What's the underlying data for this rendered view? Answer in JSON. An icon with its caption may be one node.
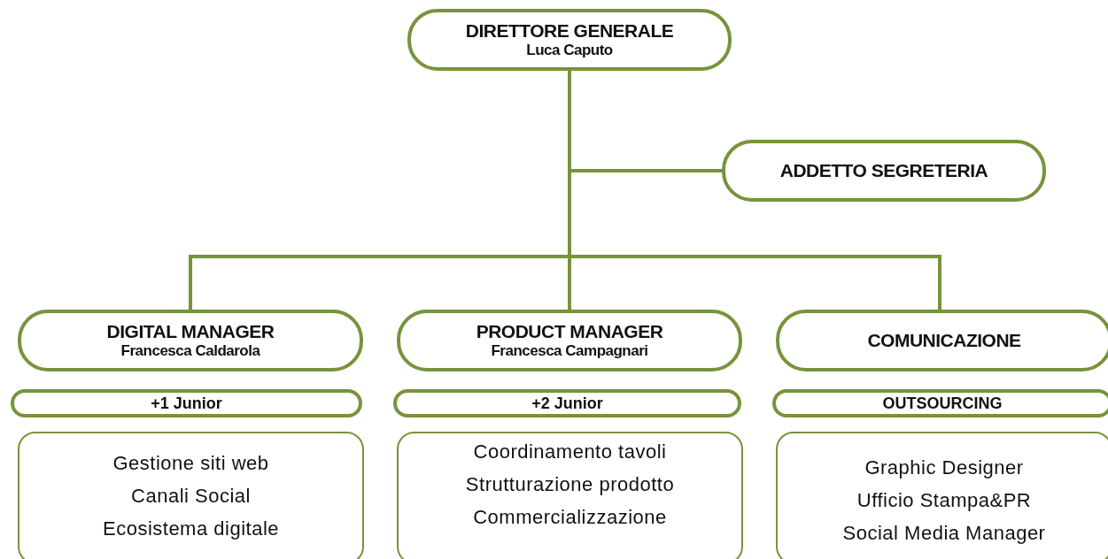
{
  "diagram": {
    "nodes": [
      {
        "text": [
          "DIRETTORE GENERALE",
          "Luca Caputo"
        ]
      },
      {
        "text": [
          "ADDETTO SEGRETERIA"
        ]
      },
      {
        "text": [
          "DIGITAL MANAGER",
          "Francesca Caldarola"
        ]
      },
      {
        "text": [
          "PRODUCT MANAGER",
          "Francesca Campagnari"
        ]
      },
      {
        "text": [
          "COMUNICAZIONE"
        ]
      },
      {
        "text": [
          "+1 Junior"
        ]
      },
      {
        "text": [
          "+2 Junior"
        ]
      },
      {
        "text": [
          "OUTSOURCING"
        ]
      },
      {
        "text": [
          "Gestione siti web",
          "Canali Social",
          "Ecosistema digitale"
        ]
      },
      {
        "text": [
          "Coordinamento tavoli",
          "Strutturazione prodotto",
          "Commercializzazione"
        ]
      },
      {
        "text": [
          "Graphic Designer",
          "Ufficio Stampa&PR",
          "Social Media Manager"
        ]
      }
    ],
    "edges": [
      {
        "from": 0,
        "to": 1,
        "arrow": "none"
      },
      {
        "from": 0,
        "to": 2,
        "arrow": "none"
      },
      {
        "from": 0,
        "to": 3,
        "arrow": "none"
      },
      {
        "from": 0,
        "to": 4,
        "arrow": "none"
      }
    ]
  }
}
